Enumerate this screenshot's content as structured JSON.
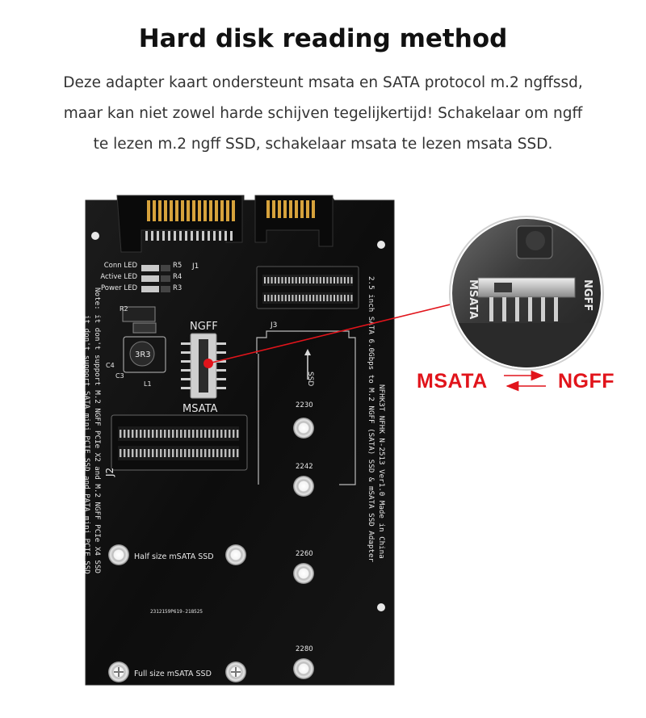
{
  "heading": "Hard disk reading method",
  "intro": {
    "line1": "Deze adapter kaart ondersteunt msata en SATA protocol m.2 ngffssd,",
    "line2": "maar kan niet zowel harde schijven tegelijkertijd! Schakelaar om ngff",
    "line3": "te lezen m.2 ngff SSD, schakelaar msata te lezen msata SSD."
  },
  "switch": {
    "left_label": "MSATA",
    "right_label": "NGFF",
    "arrow_icon": "double-arrow-icon",
    "accent_color": "#e1141b"
  },
  "board": {
    "led_conn": "Conn LED",
    "led_active": "Active LED",
    "led_power": "Power LED",
    "r5": "R5",
    "r4": "R4",
    "r3": "R3",
    "j1": "J1",
    "j2": "J2",
    "j3": "J3",
    "c3": "C3",
    "c4": "C4",
    "l1": "L1",
    "r2": "R2",
    "inductor": "3R3",
    "ngff": "NGFF",
    "msata": "MSATA",
    "ssd": "SSD",
    "m2230": "2230",
    "m2242": "2242",
    "m2260": "2260",
    "m2280": "2280",
    "half_size": "Half size mSATA SSD",
    "full_size": "Full size mSATA SSD",
    "serial": "2312159P619-218525",
    "note_line1": "Note: it don't support M.2 NGFF PCIe X2 and M.2 NGFF PCIe X4 SSD",
    "note_line2": "it don't support SATA mini PCIE SSD and PATA mini PCIE SSD",
    "product_line1": "2.5 inch SATA 6.0Gbps to M.2 NGFF (SATA) SSD & mSATA SSD Adapter",
    "product_line2": "NFHK3T NFHK N-2513 Ver1.0 Made in China",
    "zoom_ngff": "NGFF",
    "zoom_msata": "MSATA"
  }
}
